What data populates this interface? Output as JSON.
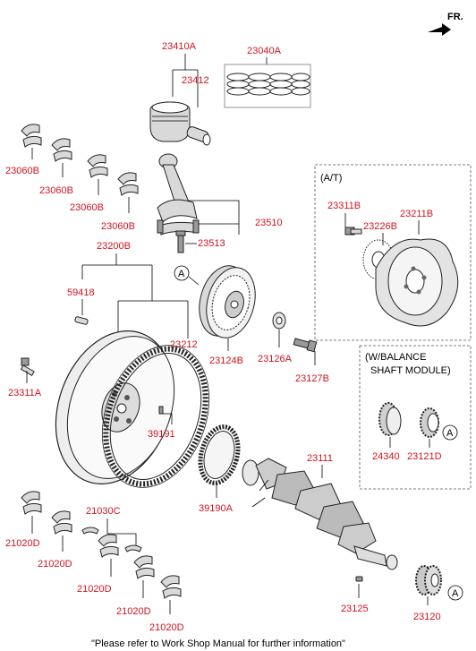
{
  "header": {
    "direction_label": "FR."
  },
  "labels": {
    "p23410A": "23410A",
    "p23040A": "23040A",
    "p23412": "23412",
    "p23060B_1": "23060B",
    "p23060B_2": "23060B",
    "p23060B_3": "23060B",
    "p23060B_4": "23060B",
    "p23510": "23510",
    "p23513": "23513",
    "p23200B": "23200B",
    "p59418": "59418",
    "p23212": "23212",
    "p23124B": "23124B",
    "p23126A": "23126A",
    "p23127B": "23127B",
    "p23311A": "23311A",
    "p39191": "39191",
    "p39190A": "39190A",
    "p23111": "23111",
    "p21030C": "21030C",
    "p21020D_1": "21020D",
    "p21020D_2": "21020D",
    "p21020D_3": "21020D",
    "p21020D_4": "21020D",
    "p21020D_5": "21020D",
    "p23125": "23125",
    "p23120": "23120",
    "p23311B": "23311B",
    "p23226B": "23226B",
    "p23211B": "23211B",
    "p24340": "24340",
    "p23121D": "23121D"
  },
  "at_box": {
    "title": "(A/T)"
  },
  "balance_box": {
    "title_line1": "(W/BALANCE",
    "title_line2": "SHAFT MODULE)"
  },
  "refs": {
    "a1": "A",
    "a2": "A",
    "a3": "A"
  },
  "footer": {
    "note": "\"Please refer to Work Shop Manual for further information\""
  }
}
